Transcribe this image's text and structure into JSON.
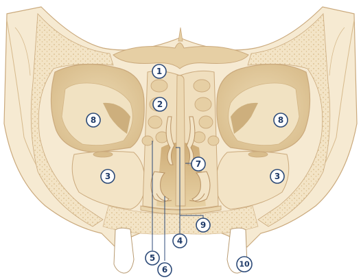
{
  "labels": {
    "frontal_sinus": "1",
    "ethmoid_cells": "2",
    "maxillary_sinus_left": "3",
    "maxillary_sinus_right": "3",
    "nasal_septum": "4",
    "inferior_turbinate": "5",
    "inferior_meatus": "6",
    "middle_turbinate": "7",
    "orbit_left": "8",
    "orbit_right": "8",
    "hard_palate": "9",
    "tooth": "10"
  },
  "colors": {
    "bone": "#f3e4c6",
    "bone_outline": "#caa97c",
    "sinus_air": "#e6cfa4",
    "orbit": "#ddc395",
    "dark_cavity": "#c9a56e",
    "badge_stroke": "#2c4a78"
  }
}
